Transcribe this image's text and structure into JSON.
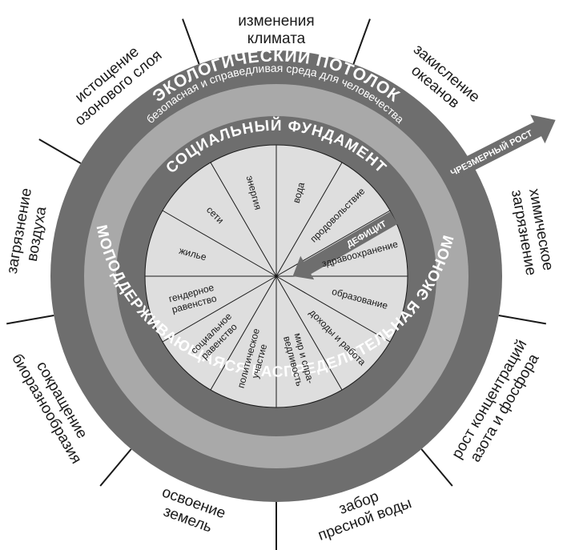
{
  "rings": {
    "ceiling": "ЭКОЛОГИЧЕСКИЙ ПОТОЛОК",
    "safe_space": "безопасная и справедливая среда для человечества",
    "foundation": "СОЦИАЛЬНЫЙ ФУНДАМЕНТ",
    "economy": "САМОПОДДЕРЖИВАЮЩАЯСЯ РАСПРЕДЕЛИТЕЛЬНАЯ ЭКОНОМИКА"
  },
  "arrows": {
    "overshoot": "ЧРЕЗМЕРНЫЙ РОСТ",
    "shortfall": "ДЕФИЦИТ"
  },
  "outer_labels": [
    [
      "изменения",
      "климата"
    ],
    [
      "закисление",
      "океанов"
    ],
    [
      "химическое",
      "загрязнение"
    ],
    [
      "рост концентраций",
      "азота и фосфора"
    ],
    [
      "забор",
      "пресной воды"
    ],
    [
      "освоение",
      "земель"
    ],
    [
      "сокращение",
      "биоразнообразия"
    ],
    [
      "загрязнение",
      "воздуха"
    ],
    [
      "истощение",
      "озонового слоя"
    ]
  ],
  "segments": [
    [
      "вода"
    ],
    [
      "продовольствие"
    ],
    [
      "здравоохранение"
    ],
    [
      "образование"
    ],
    [
      "доходы и работа"
    ],
    [
      "мир и спра-",
      "ведливость"
    ],
    [
      "политическое",
      "участие"
    ],
    [
      "социальное",
      "равенство"
    ],
    [
      "гендерное",
      "равенство"
    ],
    [
      "жилье"
    ],
    [
      "сети"
    ],
    [
      "энергия"
    ]
  ],
  "colors": {
    "outer_ring": "#6e6e6e",
    "middle_ring": "#a9a9a9",
    "inner_ring": "#6e6e6e",
    "core": "#dedede",
    "outer_field": "#ffffff",
    "lines": "#1a1a1a"
  }
}
